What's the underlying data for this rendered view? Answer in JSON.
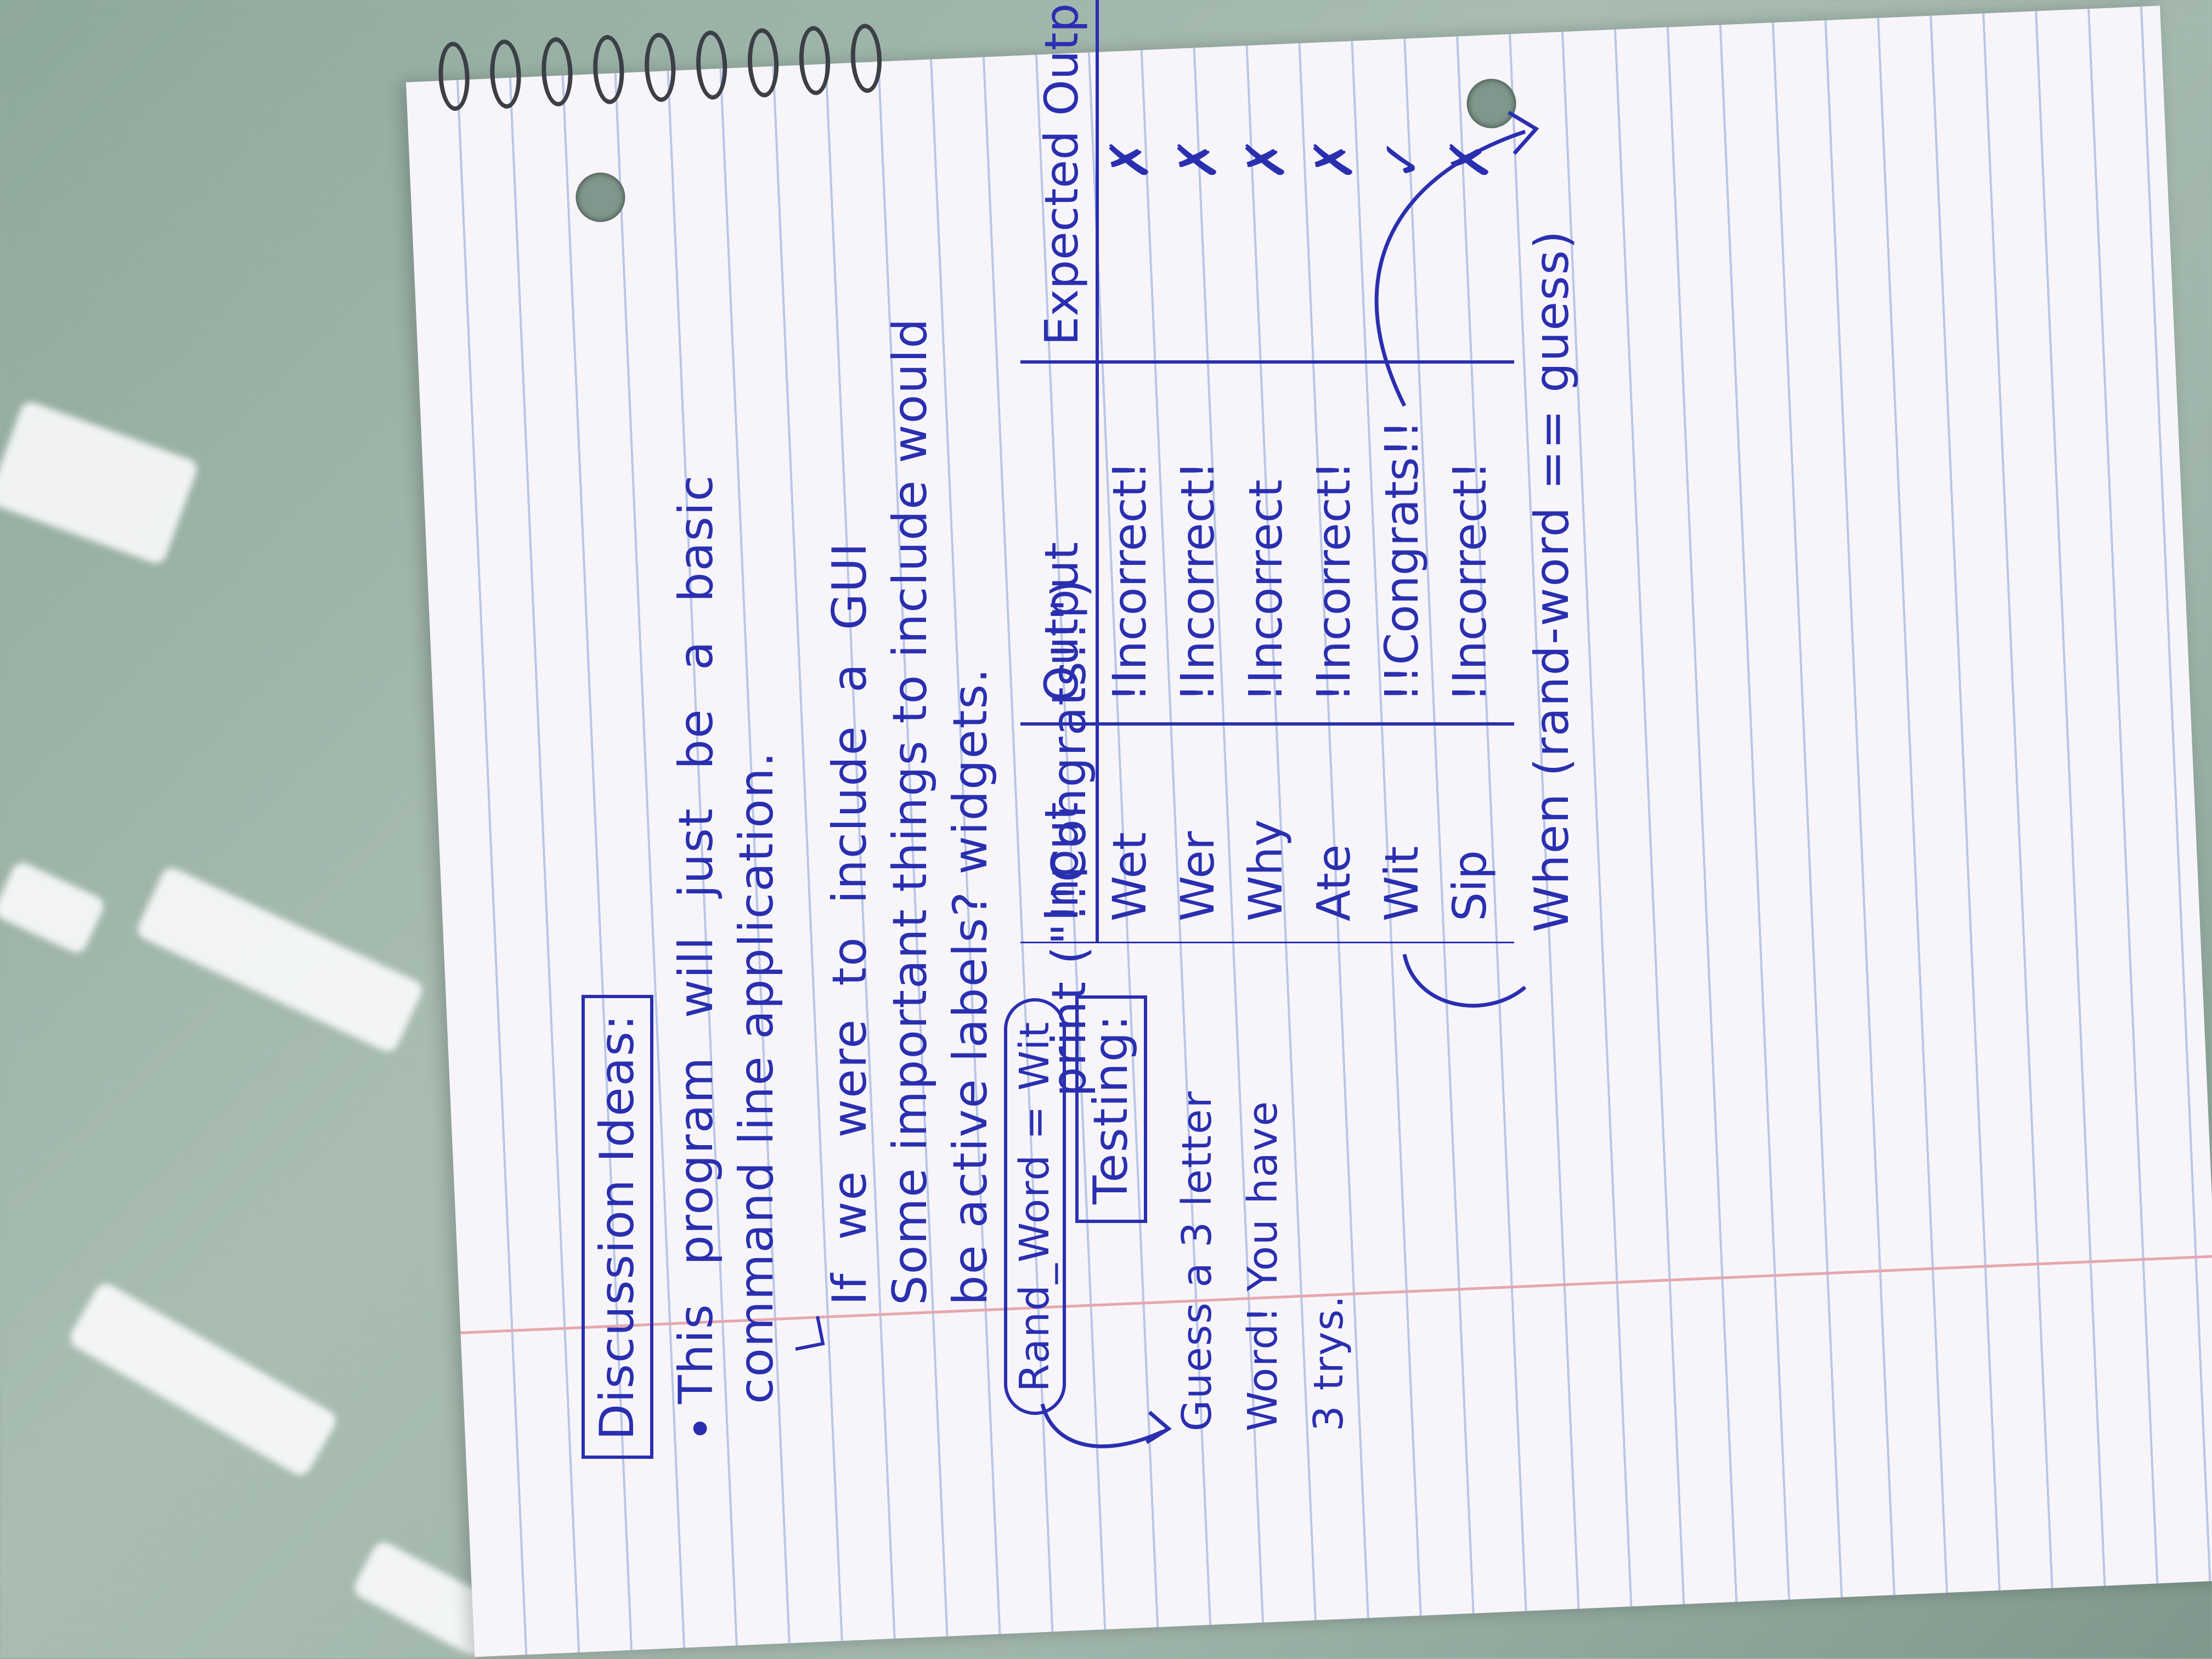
{
  "notes": {
    "heading": "Discussion Ideas:",
    "bullet": "•",
    "line1": "This program will just be a basic",
    "line2": "command line application.",
    "line3": "If we were to include a GUI",
    "line4": "Some important things to include would",
    "line5": "be active labels? widgets."
  },
  "testing": {
    "label": "Testing:",
    "rand_word": "Rand_Word = Wit",
    "prompt_1": "Guess a 3 letter",
    "prompt_2": "Word! You have",
    "prompt_3": "3 trys."
  },
  "table": {
    "headers": [
      "Input",
      "Output",
      "Expected Output"
    ],
    "rows": [
      {
        "input": "Wet",
        "output": "!Incorrect!",
        "expected": "✗"
      },
      {
        "input": "Wer",
        "output": "!Incorrect!",
        "expected": "✗"
      },
      {
        "input": "Why",
        "output": "!Incorrect",
        "expected": "✗"
      },
      {
        "input": "Ate",
        "output": "!Incorrect!",
        "expected": "✗"
      },
      {
        "input": "Wit",
        "output": "!!Congrats!!",
        "expected": "✓"
      },
      {
        "input": "Sip",
        "output": "!Incorrect!",
        "expected": "✗"
      }
    ]
  },
  "code": {
    "line1": "When (rand-word == guess)",
    "line2": "print (\"!!Congrats!!\")"
  },
  "colors": {
    "ink": "#2a2fb0",
    "paper": "#f7f5fa",
    "rule": "#b9c6e6",
    "margin": "#e6a7ad"
  }
}
